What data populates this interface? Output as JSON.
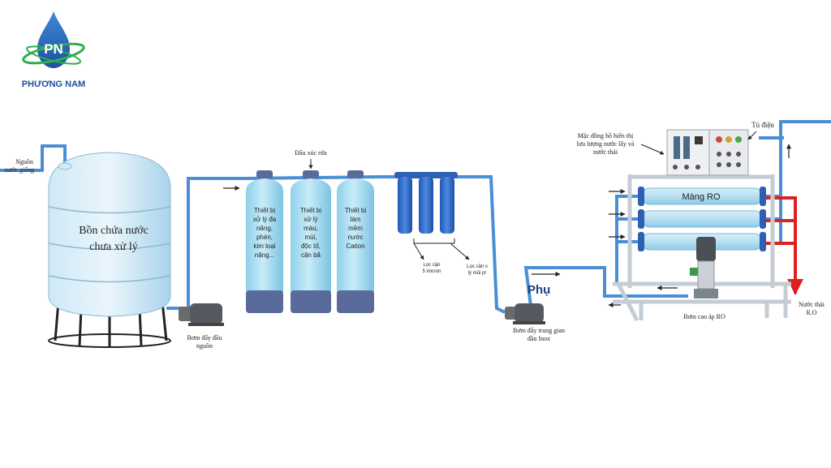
{
  "brand": {
    "logo_initials": "PN",
    "name": "PHƯƠNG NAM"
  },
  "labels": {
    "source": [
      "Nguồn",
      "nước giếng"
    ],
    "tank": [
      "Bồn chứa nước",
      "chưa xử lý"
    ],
    "pump_source": [
      "Bơm đẩy đầu",
      "nguồn"
    ],
    "backwash_head": "Đầu xúc rửa",
    "filter1": [
      "Thiết bị",
      "xử lý đa",
      "năng,",
      "phèn,",
      "kim loại",
      "nặng..."
    ],
    "filter2": [
      "Thiết bị",
      "xử lý",
      "màu,",
      "mùi,",
      "độc tố,",
      "cặn bã"
    ],
    "filter3": [
      "Thiết bị",
      "làm",
      "mềm",
      "nước",
      "Cation"
    ],
    "cartridge_5": [
      "Lọc cặn",
      "5 micron"
    ],
    "cartridge_x": [
      "Lọc cặn x",
      "lý mũi pr"
    ],
    "aux": "Phụ",
    "pump_intermediate": [
      "Bơm đẩy trung gian",
      "đầu  Inox"
    ],
    "flowmeters": [
      "Mặc đồng hồ hiển thị",
      "lưu lượng nước lấy và",
      "nước thải"
    ],
    "panel": "Tủ điện",
    "membrane": "Màng RO",
    "hp_pump": "Bơm cao áp RO",
    "ro_waste": [
      "Nước thải",
      "R.O"
    ]
  },
  "colors": {
    "pipe": "#4a8fd6",
    "waste": "#e02020",
    "vessel": "#a8d8ef",
    "cap": "#5a6a9a",
    "frame": "#c5ccd4",
    "brand": "#1d4fa0"
  }
}
